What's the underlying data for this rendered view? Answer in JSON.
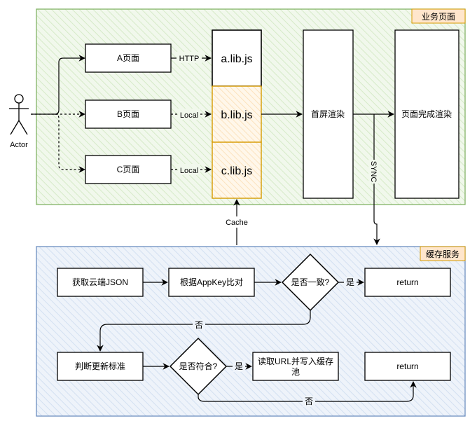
{
  "actor": {
    "label": "Actor"
  },
  "business_group": {
    "title": "业务页面"
  },
  "pages": {
    "a": "A页面",
    "b": "B页面",
    "c": "C页面"
  },
  "libs": {
    "a": "a.lib.js",
    "b": "b.lib.js",
    "c": "c.lib.js"
  },
  "edges": {
    "http": "HTTP",
    "local_b": "Local",
    "local_c": "Local",
    "sync": "SYNC",
    "cache": "Cache"
  },
  "render": {
    "first": "首屏渲染",
    "complete": "页面完成渲染"
  },
  "cache_group": {
    "title": "缓存服务"
  },
  "cache_flow": {
    "fetch_json": "获取云端JSON",
    "compare_appkey": "根据AppKey比对",
    "consistent_decision": "是否一致?",
    "yes_1": "是",
    "return_1": "return",
    "no_1": "否",
    "judge_standard": "判断更新标准",
    "match_decision": "是否符合?",
    "yes_2": "是",
    "read_url_line1": "读取URL并写入缓存",
    "read_url_line2": "池",
    "return_2": "return",
    "no_2": "否"
  },
  "colors": {
    "business_fill": "#eaf5e2",
    "business_border": "#82b366",
    "business_tag": "#ffe6cc",
    "cache_fill": "#e6eef8",
    "cache_border": "#6c8ebf",
    "cache_tag": "#ffe6cc",
    "cached_lib_fill": "#fff4e0",
    "cached_lib_border": "#d79b00"
  }
}
